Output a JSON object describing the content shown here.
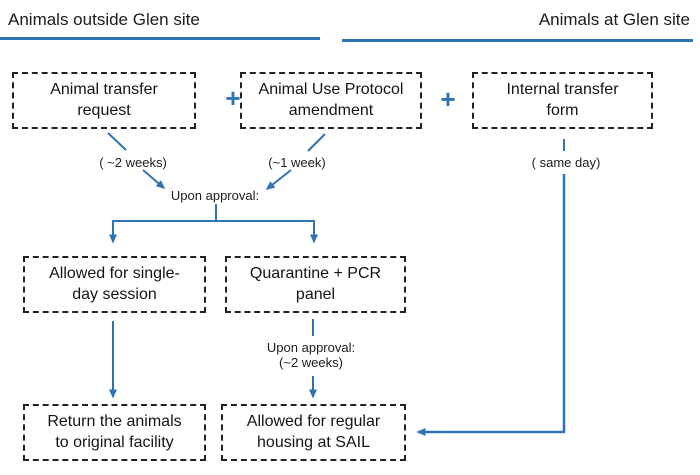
{
  "headers": {
    "left": "Animals outside Glen site",
    "right": "Animals at Glen site"
  },
  "plus": "+",
  "nodes": {
    "transfer_request": {
      "line1": "Animal transfer",
      "line2": "request"
    },
    "aup_amendment": {
      "line1": "Animal Use Protocol",
      "line2": "amendment"
    },
    "internal_form": {
      "line1": "Internal transfer",
      "line2": "form"
    },
    "single_day": {
      "line1": "Allowed for single-",
      "line2": "day session"
    },
    "quarantine": {
      "line1": "Quarantine + PCR",
      "line2": "panel"
    },
    "return_animals": {
      "line1": "Return the animals",
      "line2": "to original facility"
    },
    "regular_housing": {
      "line1": "Allowed for regular",
      "line2": "housing at SAIL"
    }
  },
  "labels": {
    "timing_left": "( ~2 weeks)",
    "timing_mid": "(~1 week)",
    "timing_right": "( same day)",
    "upon_approval_top": "Upon approval:",
    "upon_approval_bottom_line1": "Upon approval:",
    "upon_approval_bottom_line2": "(~2 weeks)"
  },
  "colors": {
    "accent": "#2e74b5",
    "box_border": "#222222",
    "text": "#1b1b1b"
  }
}
